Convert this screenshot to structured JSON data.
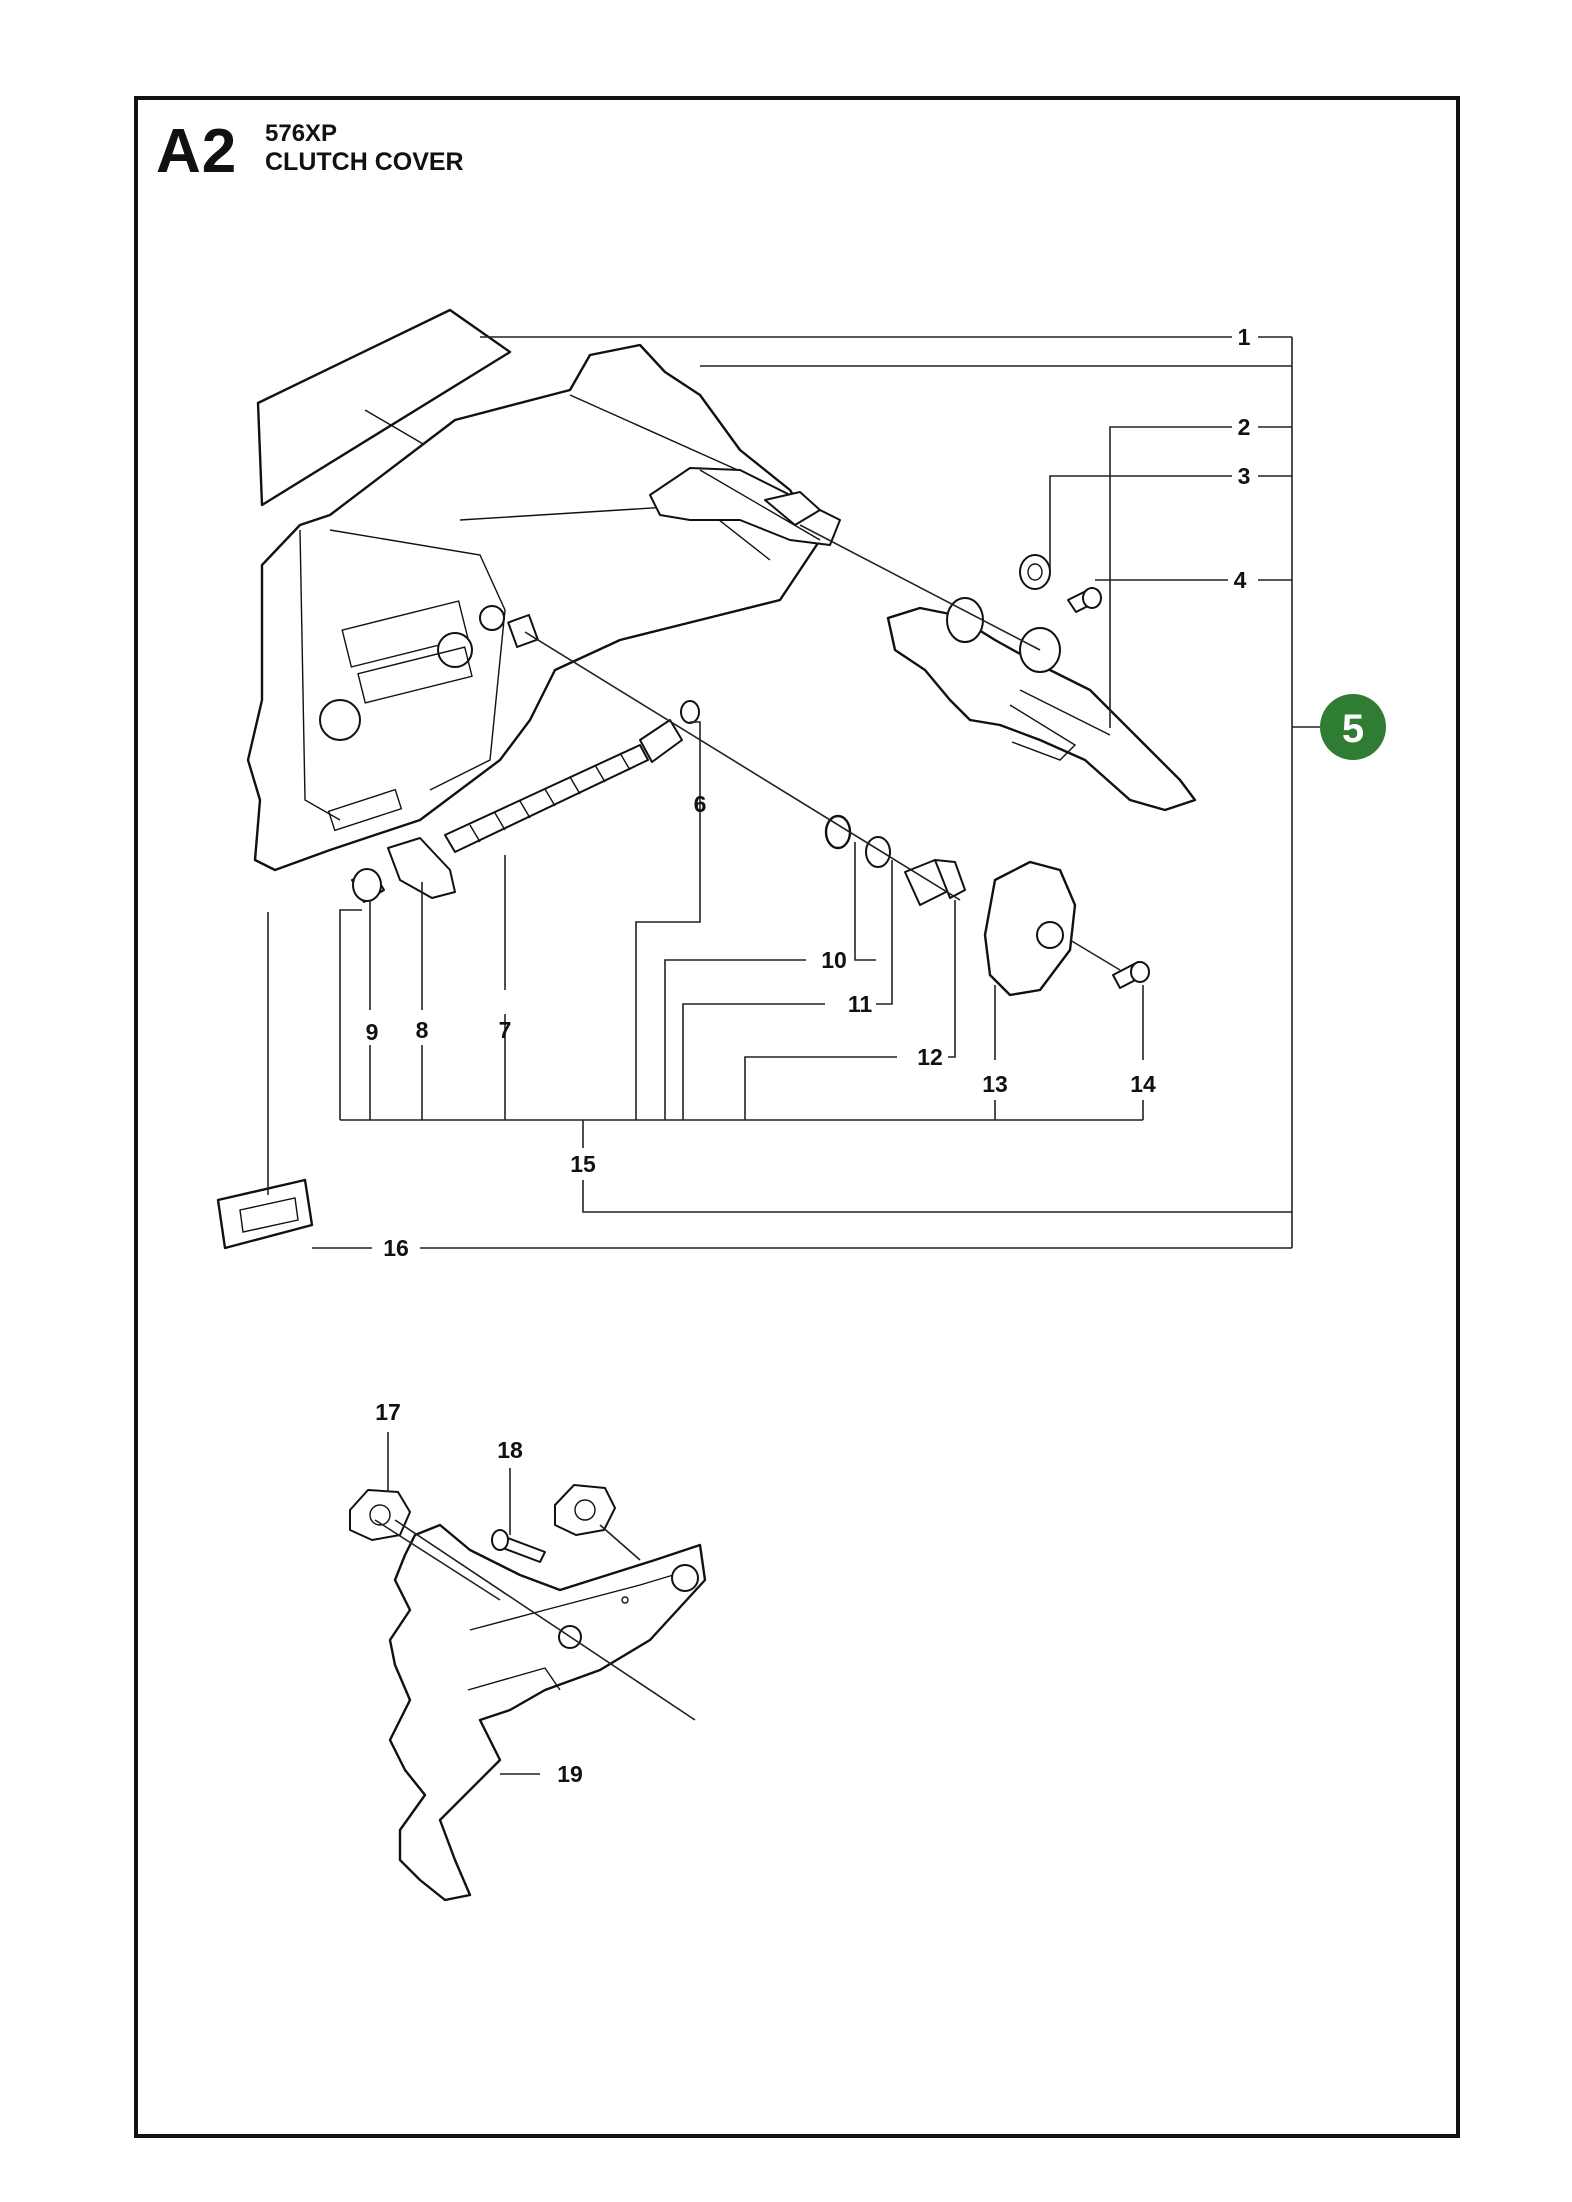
{
  "header": {
    "section_code": "A2",
    "model": "576XP",
    "title": "CLUTCH COVER"
  },
  "badge": {
    "value": "5",
    "color": "#2f7d32"
  },
  "callouts": [
    "1",
    "2",
    "3",
    "4",
    "6",
    "7",
    "8",
    "9",
    "10",
    "11",
    "12",
    "13",
    "14",
    "15",
    "16",
    "17",
    "18",
    "19"
  ]
}
